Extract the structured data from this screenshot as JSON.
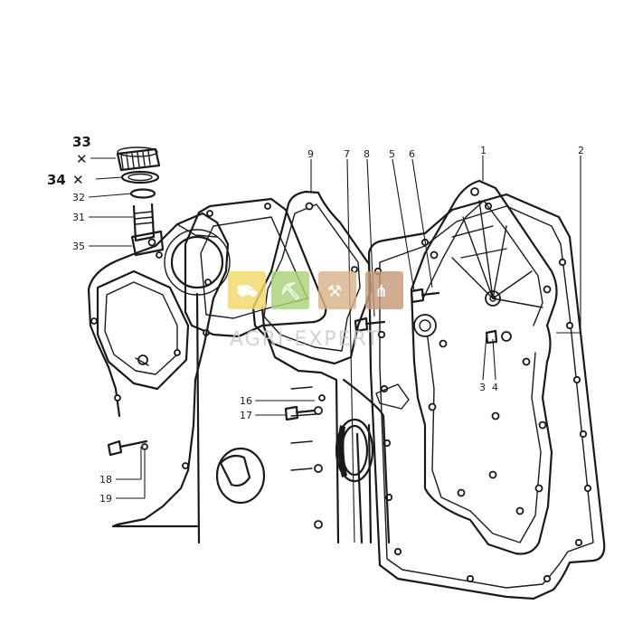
{
  "callouts": {
    "c1": "1",
    "c2": "2",
    "c3": "3",
    "c4": "4",
    "c5": "5",
    "c6": "6",
    "c7": "7",
    "c8": "8",
    "c9": "9",
    "c16": "16",
    "c17": "17",
    "c18": "18",
    "c19": "19",
    "c31": "31",
    "c32": "32",
    "c33": "33",
    "c34": "34",
    "c35": "35",
    "mark33": "✕",
    "mark34": "✕"
  },
  "watermark": {
    "text": "AGRI-EXPERT",
    "tiles": [
      {
        "color": "#f4d86a",
        "icon": "tractor-icon"
      },
      {
        "color": "#a9d47a",
        "icon": "wheelbarrow-icon"
      },
      {
        "color": "#d9b48a",
        "icon": "tools-icon"
      },
      {
        "color": "#c79a7a",
        "icon": "rake-icon"
      }
    ]
  }
}
